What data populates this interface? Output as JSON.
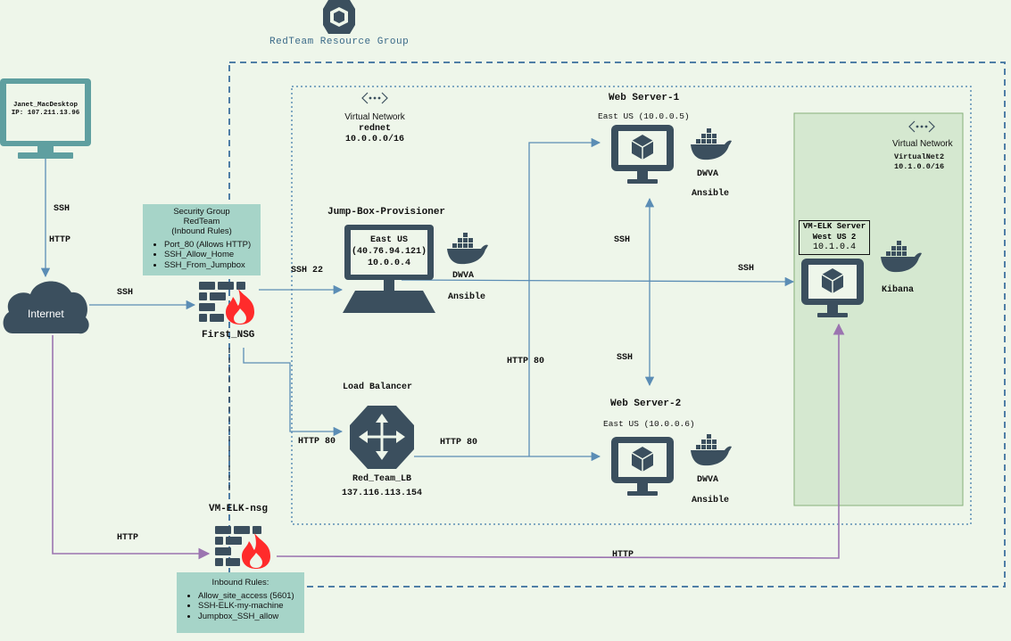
{
  "resource_group": {
    "label": "RedTeam Resource Group",
    "icon": "resource-group-cube-icon"
  },
  "desktop": {
    "name": "Janet_MacDesktop",
    "ip": "IP: 107.211.13.96",
    "icon": "monitor-icon"
  },
  "internet": {
    "label": "Internet",
    "icon": "cloud-icon"
  },
  "vnet1": {
    "title": "Virtual Network",
    "name": "rednet",
    "cidr": "10.0.0.0/16",
    "icon": "virtual-network-icon"
  },
  "vnet2": {
    "title": "Virtual Network",
    "name": "VirtualNet2",
    "cidr": "10.1.0.0/16",
    "icon": "virtual-network-icon"
  },
  "security_group": {
    "title": "Security Group",
    "name": "RedTeam",
    "subtitle": "(Inbound Rules)",
    "rules": [
      "Port_80 (Allows HTTP)",
      "SSH_Allow_Home",
      "SSH_From_Jumpbox"
    ]
  },
  "first_nsg": {
    "label": "First_NSG",
    "icon": "firewall-icon"
  },
  "elk_nsg": {
    "label": "VM-ELK-nsg",
    "icon": "firewall-icon",
    "rules_title": "Inbound Rules:",
    "rules": [
      "Allow_site_access (5601)",
      "SSH-ELK-my-machine",
      "Jumpbox_SSH_allow"
    ]
  },
  "jumpbox": {
    "title": "Jump-Box-Provisioner",
    "region": "East US",
    "public_ip": "(40.76.94.121)",
    "private_ip": "10.0.0.4",
    "apps": [
      "DWVA",
      "Ansible"
    ],
    "icon": "laptop-icon"
  },
  "web1": {
    "title": "Web Server-1",
    "subtitle": "East US (10.0.0.5)",
    "apps": [
      "DWVA",
      "Ansible"
    ],
    "icon": "vm-monitor-icon"
  },
  "web2": {
    "title": "Web Server-2",
    "subtitle": "East US (10.0.0.6)",
    "apps": [
      "DWVA",
      "Ansible"
    ],
    "icon": "vm-monitor-icon"
  },
  "load_balancer": {
    "title": "Load Balancer",
    "name": "Red_Team_LB",
    "ip": "137.116.113.154",
    "icon": "load-balancer-icon"
  },
  "elk": {
    "name": "VM-ELK Server",
    "region": "West US 2",
    "ip": "10.1.0.4",
    "app": "Kibana",
    "icon": "vm-monitor-icon"
  },
  "connections": {
    "desktop_ssh": "SSH",
    "desktop_http": "HTTP",
    "internet_to_nsg": "SSH",
    "nsg_to_jumpbox": "SSH 22",
    "nsg_to_lb": "HTTP 80",
    "lb_to_web": "HTTP 80",
    "jump_to_web_http": "HTTP 80",
    "jump_to_web1_ssh": "SSH",
    "jump_to_web2_ssh": "SSH",
    "jump_to_elk": "SSH",
    "internet_to_elk_nsg": "HTTP",
    "elk_nsg_to_elk": "HTTP"
  },
  "colors": {
    "background": "#eef6ea",
    "dashed_border": "#4f7ea6",
    "arrow_blue": "#5b8db5",
    "arrow_purple": "#9b74b0",
    "icon_dark": "#3b4f5e",
    "firewall_red": "#ff2b2b",
    "box_fill": "#a6d4c8",
    "vnet2_fill": "#d5e8d0",
    "vnet2_border": "#86b07a"
  }
}
